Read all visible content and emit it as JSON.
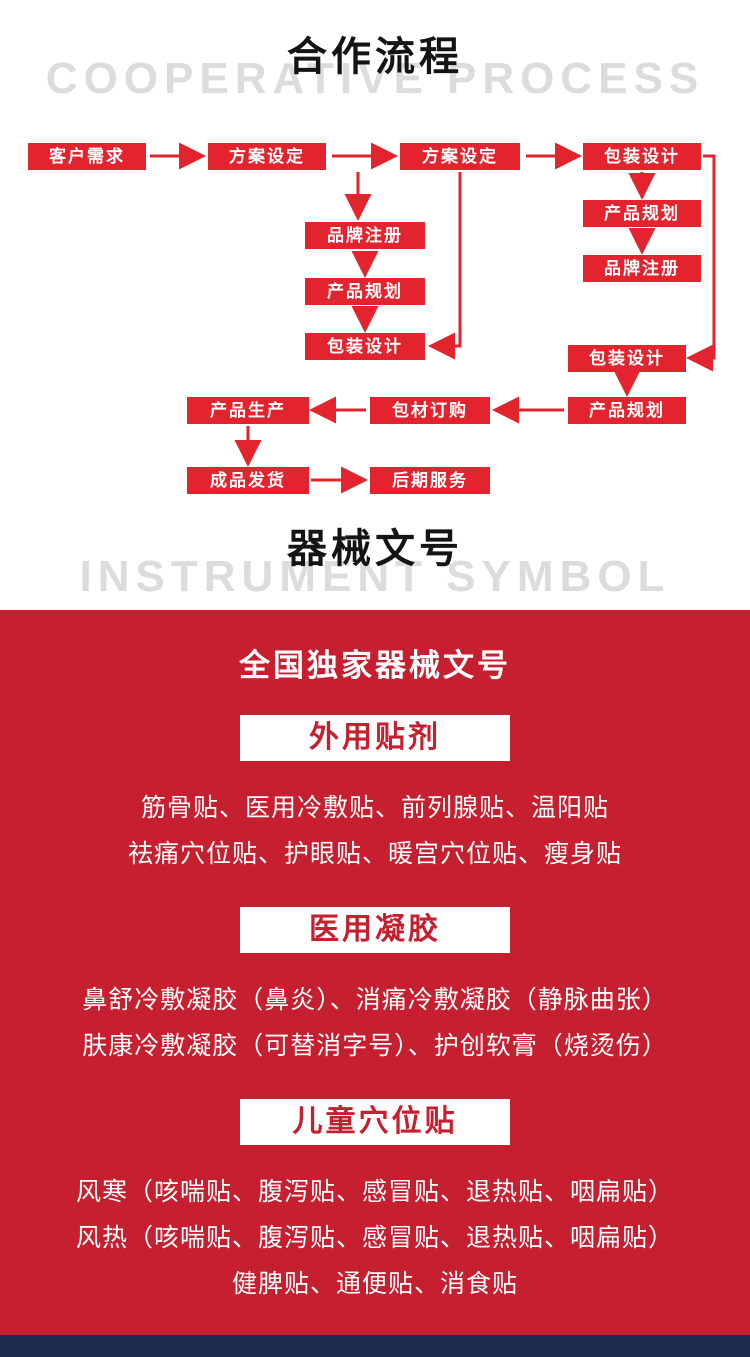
{
  "colors": {
    "flow_red": "#e3232d",
    "section_red": "#c51f30",
    "watermark_gray": "#dcdcdc",
    "footer_navy": "#1e2b4d"
  },
  "section1": {
    "title": "合作流程",
    "watermark": "COOPERATIVE PROCESS",
    "flow": {
      "nodes": [
        {
          "label": "客户需求"
        },
        {
          "label": "方案设定"
        },
        {
          "label": "方案设定"
        },
        {
          "label": "包装设计"
        },
        {
          "label": "品牌注册"
        },
        {
          "label": "产品规划"
        },
        {
          "label": "包装设计"
        },
        {
          "label": "产品规划"
        },
        {
          "label": "品牌注册"
        },
        {
          "label": "包装设计"
        },
        {
          "label": "产品规划"
        },
        {
          "label": "包材订购"
        },
        {
          "label": "产品生产"
        },
        {
          "label": "成品发货"
        },
        {
          "label": "后期服务"
        }
      ]
    }
  },
  "section2": {
    "title": "器械文号",
    "watermark": "INSTRUMENT SYMBOL",
    "heading": "全国独家器械文号",
    "groups": [
      {
        "label": "外用贴剂",
        "lines": [
          "筋骨贴、医用冷敷贴、前列腺贴、温阳贴",
          "祛痛穴位贴、护眼贴、暖宫穴位贴、瘦身贴"
        ]
      },
      {
        "label": "医用凝胶",
        "lines": [
          "鼻舒冷敷凝胶（鼻炎）、消痛冷敷凝胶（静脉曲张）",
          "肤康冷敷凝胶（可替消字号）、护创软膏（烧烫伤）"
        ]
      },
      {
        "label": "儿童穴位贴",
        "lines": [
          "风寒（咳喘贴、腹泻贴、感冒贴、退热贴、咽扁贴）",
          "风热（咳喘贴、腹泻贴、感冒贴、退热贴、咽扁贴）",
          "健脾贴、通便贴、消食贴"
        ]
      }
    ]
  }
}
